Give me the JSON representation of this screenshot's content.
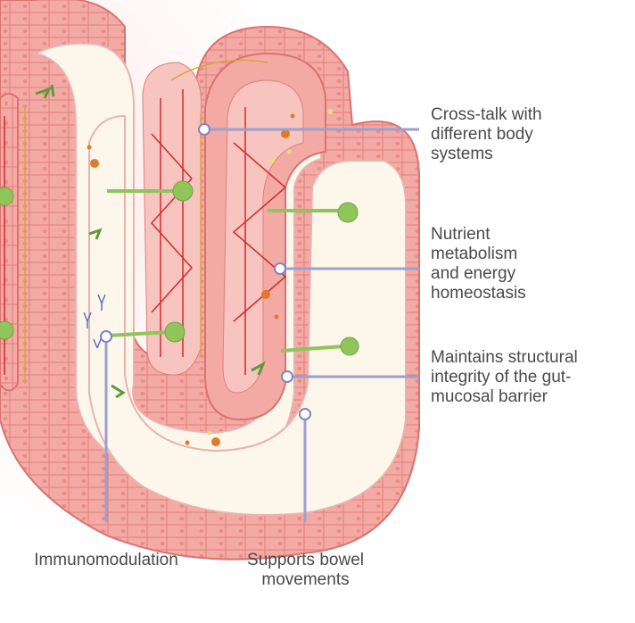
{
  "labels": {
    "cross_talk": "Cross-talk with\ndifferent body\nsystems",
    "nutrient": "Nutrient\nmetabolism\nand energy\nhomeostasis",
    "integrity": "Maintains  structural\nintegrity of the gut-\nmucosal barrier",
    "immunomodulation": "Immunomodulation",
    "bowel": "Supports bowel\nmovements"
  },
  "colors": {
    "epithelium": "#f2a7a3",
    "epithelium_outline": "#d9736f",
    "lumen": "#fdf6ea",
    "vessel_red": "#d22b2b",
    "vessel_gold": "#d9a53b",
    "neuron_green": "#8fc55a",
    "callout_line": "#8a8fc4",
    "microbe_orange": "#e07a2a"
  }
}
